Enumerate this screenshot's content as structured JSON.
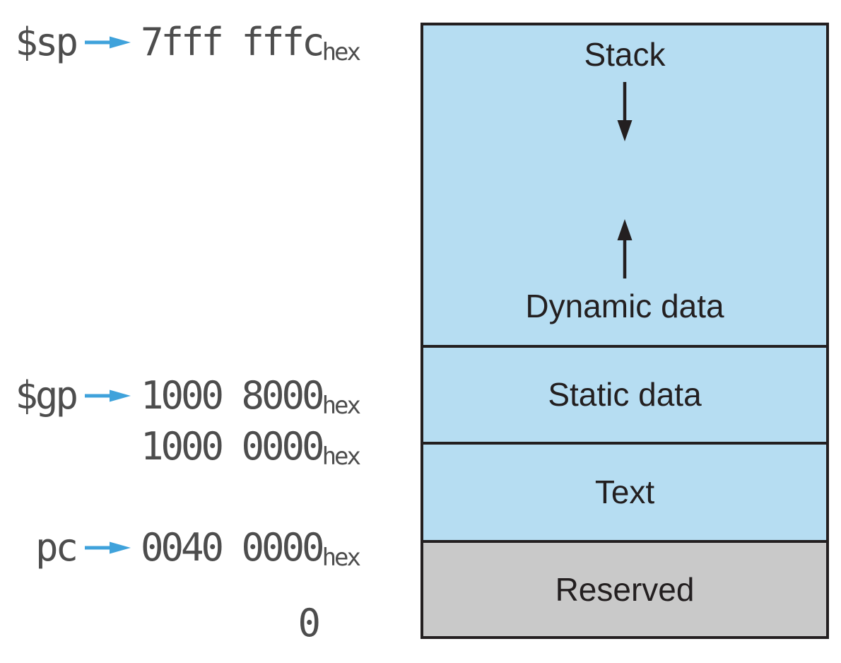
{
  "pointers": [
    {
      "register": "$sp",
      "value": "7fff fffc",
      "suffix": "hex"
    },
    {
      "register": "$gp",
      "value": "1000 8000",
      "suffix": "hex"
    },
    {
      "register": "",
      "value": "1000 0000",
      "suffix": "hex"
    },
    {
      "register": "pc",
      "value": "0040 0000",
      "suffix": "hex"
    },
    {
      "register": "",
      "value": "0",
      "suffix": ""
    }
  ],
  "segments": {
    "stack_label": "Stack",
    "dynamic_label": "Dynamic data",
    "static_label": "Static data",
    "text_label": "Text",
    "reserved_label": "Reserved"
  },
  "icons": {
    "pointer_arrow": "right-arrow-icon",
    "stack_growth": "down-arrow-icon",
    "heap_growth": "up-arrow-icon"
  },
  "colors": {
    "segment_fill_blue": "#b6ddf2",
    "segment_fill_gray": "#c9c9c9",
    "outline": "#231f20",
    "pointer_arrow_blue": "#3fa2db",
    "address_text": "#4d4d4d"
  }
}
